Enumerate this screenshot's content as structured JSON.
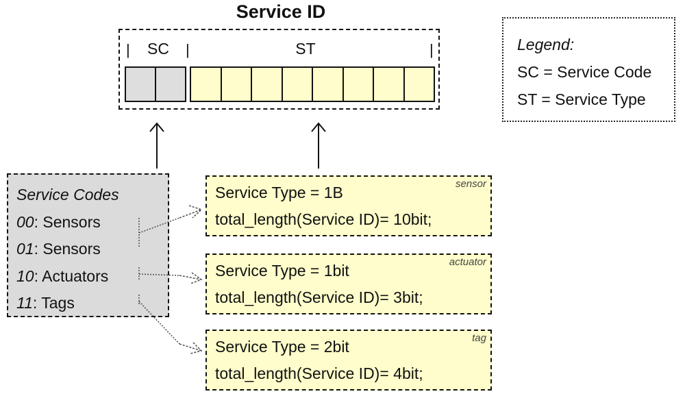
{
  "title": "Service ID",
  "service_id": {
    "sc_label": "SC",
    "st_label": "ST",
    "separator": "|"
  },
  "legend": {
    "title": "Legend:",
    "items": [
      "SC = Service Code",
      "ST = Service Type"
    ]
  },
  "service_codes": {
    "title": "Service Codes",
    "items": [
      {
        "code": "00",
        "name": ": Sensors"
      },
      {
        "code": "01",
        "name": ": Sensors"
      },
      {
        "code": "10",
        "name": ": Actuators"
      },
      {
        "code": "11",
        "name": ": Tags"
      }
    ]
  },
  "service_types": [
    {
      "tag": "sensor",
      "line1": "Service Type = 1B",
      "line2": "total_length(Service ID)= 10bit;"
    },
    {
      "tag": "actuator",
      "line1": "Service Type = 1bit",
      "line2": "total_length(Service ID)= 3bit;"
    },
    {
      "tag": "tag",
      "line1": "Service Type = 2bit",
      "line2": "total_length(Service ID)= 4bit;"
    }
  ],
  "colors": {
    "code_fill": "#dbdbdb",
    "type_fill": "#fefdcb"
  }
}
